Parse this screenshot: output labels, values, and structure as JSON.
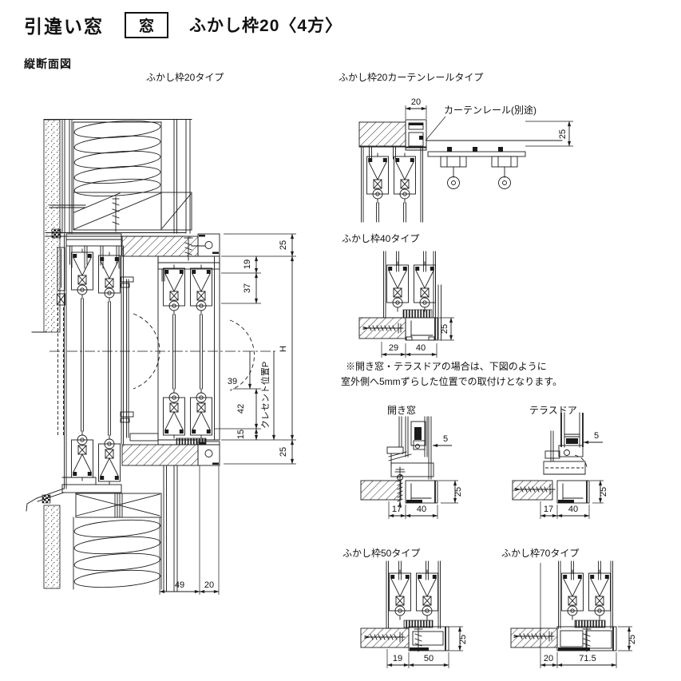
{
  "page": {
    "title_left": "引違い窓",
    "title_box": "窓",
    "title_right": "ふかし枠20〈4方〉",
    "section_label": "縦断面図"
  },
  "main": {
    "label": "ふかし枠20タイプ",
    "dim_top": "25",
    "dim_19": "19",
    "dim_37": "37",
    "dim_h": "H",
    "dim_39": "39",
    "dim_crescent": "クレセント位置P",
    "dim_42": "42",
    "dim_15": "15",
    "dim_bottom": "25",
    "dim_b49": "49",
    "dim_b20": "20"
  },
  "curtain": {
    "label": "ふかし枠20カーテンレールタイプ",
    "dim_20": "20",
    "callout": "カーテンレール(別途)",
    "dim_25": "25"
  },
  "f40": {
    "label": "ふかし枠40タイプ",
    "dim_29": "29",
    "dim_40": "40",
    "dim_25": "25"
  },
  "note": {
    "line1": "※開き窓・テラスドアの場合は、下図のように",
    "line2": "室外側へ5mmずらした位置での取付けとなります。"
  },
  "hiraki": {
    "label": "開き窓",
    "dim_5": "5",
    "dim_25": "25",
    "dim_17": "17",
    "dim_40": "40"
  },
  "terrace": {
    "label": "テラスドア",
    "dim_5": "5",
    "dim_25": "25",
    "dim_17": "17",
    "dim_40": "40"
  },
  "f50": {
    "label": "ふかし枠50タイプ",
    "dim_19": "19",
    "dim_50": "50",
    "dim_25": "25"
  },
  "f70": {
    "label": "ふかし枠70タイプ",
    "dim_20": "20",
    "dim_715": "71.5",
    "dim_25": "25"
  },
  "colors": {
    "ink": "#1a1a1a",
    "paper": "#ffffff"
  }
}
